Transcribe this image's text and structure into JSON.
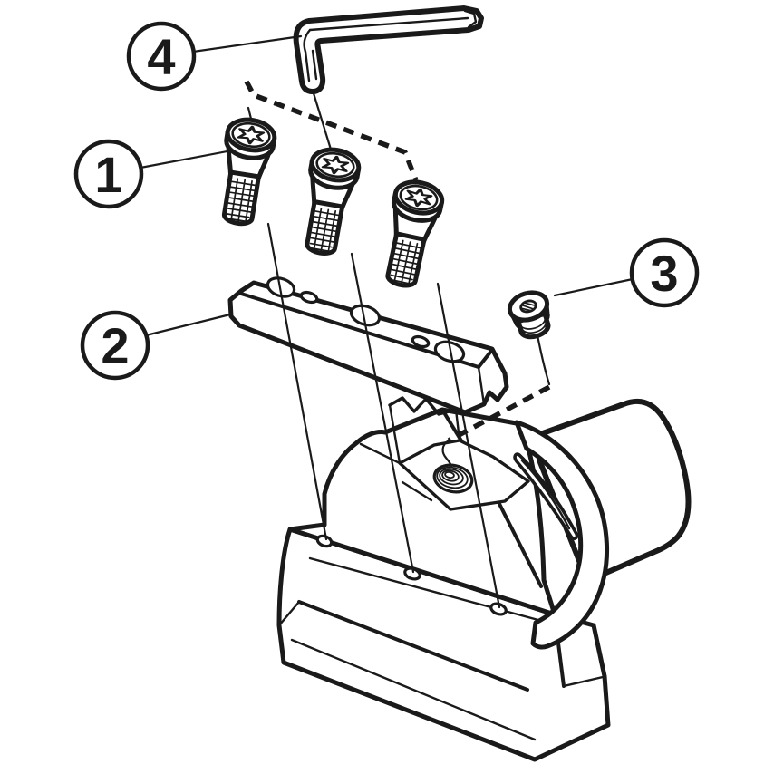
{
  "figure": {
    "title": "Exploded assembly diagram of clamping unit",
    "background_color": "#ffffff",
    "line_color": "#1a1a1a",
    "callouts": [
      {
        "label": "1",
        "part": "torx-clamp-screws"
      },
      {
        "label": "2",
        "part": "clamp-bar"
      },
      {
        "label": "3",
        "part": "set-screw"
      },
      {
        "label": "4",
        "part": "hex-key"
      }
    ]
  }
}
